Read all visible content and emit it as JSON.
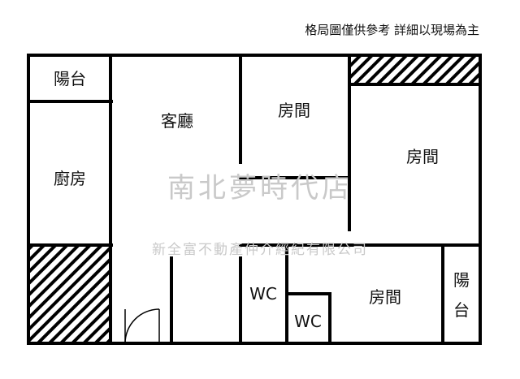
{
  "note": "格局圖僅供參考 詳細以現場為主",
  "rooms": {
    "balcony_top_left": "陽台",
    "living_room": "客廳",
    "room_top_middle": "房間",
    "room_right": "房間",
    "kitchen": "廚房",
    "wc_left": "WC",
    "wc_small": "WC",
    "room_bottom": "房間",
    "balcony_bottom_right_line1": "陽",
    "balcony_bottom_right_line2": "台"
  },
  "watermark": {
    "store_name": "南北夢時代店",
    "company": "新全富不動產仲介經紀有限公司"
  },
  "colors": {
    "wall": "#000000",
    "watermark": "#c9c9c9",
    "background": "#ffffff"
  }
}
